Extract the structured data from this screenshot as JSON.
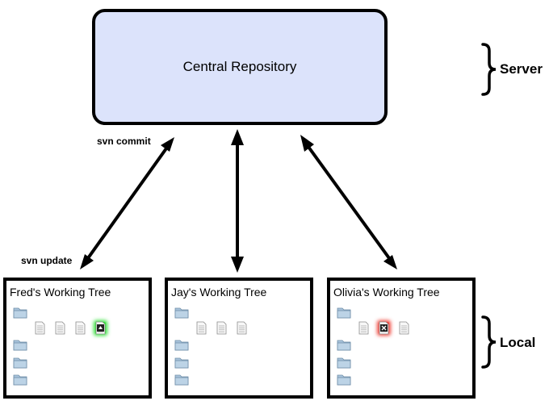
{
  "repository": {
    "label": "Central Repository"
  },
  "server_label": "Server",
  "local_label": "Local",
  "arrows": {
    "commit_label": "svn commit",
    "update_label": "svn update"
  },
  "trees": [
    {
      "title": "Fred's Working Tree",
      "files": [
        "plain",
        "plain",
        "plain",
        "added"
      ]
    },
    {
      "title": "Jay's Working Tree",
      "files": [
        "plain",
        "plain",
        "plain"
      ]
    },
    {
      "title": "Olivia's Working Tree",
      "files": [
        "plain",
        "conflict",
        "plain"
      ]
    }
  ],
  "colors": {
    "repo_fill": "#dce3fb",
    "folder": "#a9c4dc",
    "added_glow": "#35e23a",
    "conflict_glow": "#f0483f"
  },
  "icons": {
    "folder": "folder-icon",
    "file": "document-icon",
    "added": "added-file-icon",
    "conflict": "conflicted-file-icon",
    "brace": "curly-brace-icon"
  }
}
